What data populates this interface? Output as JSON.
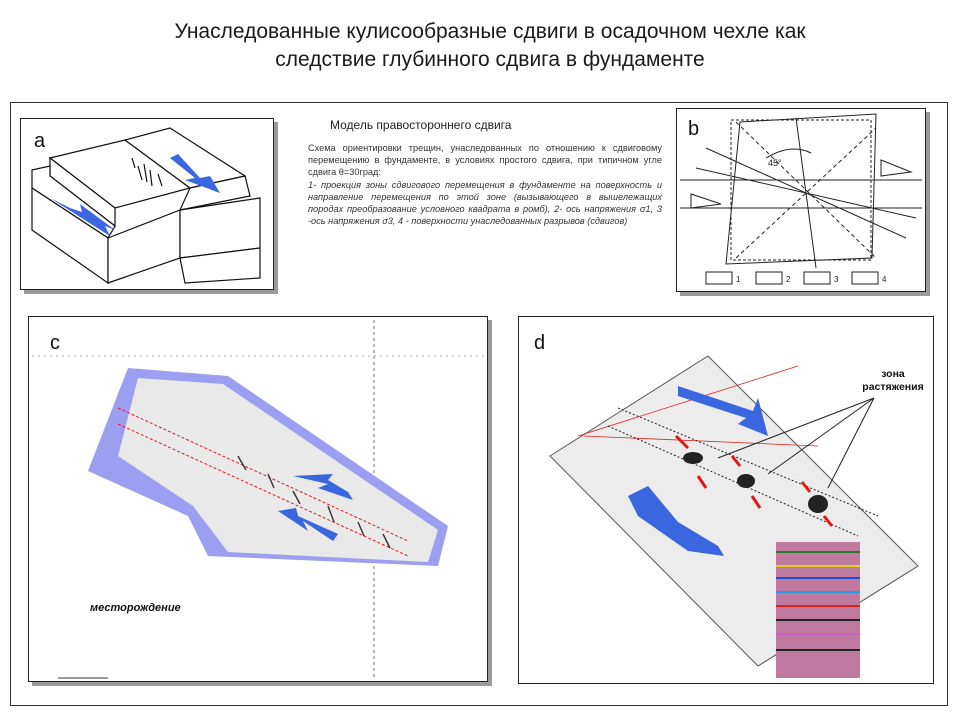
{
  "title": {
    "line1": "Унаследованные кулисообразные сдвиги в осадочном чехле как",
    "line2": "следствие глубинного сдвига в фундаменте"
  },
  "panels": {
    "a": {
      "label": "a"
    },
    "b": {
      "label": "b",
      "angle_label": "45°",
      "legend": [
        "1",
        "2",
        "3",
        "4"
      ]
    },
    "c": {
      "label": "c",
      "annotation": "месторождение"
    },
    "d": {
      "label": "d",
      "annotation_line1": "зона",
      "annotation_line2": "растяжения"
    }
  },
  "model": {
    "title": "Модель правостороннего сдвига",
    "description_plain": "Схема ориентировки трещин, унаследованных по отношению к сдвиговому перемещению в фундаменте, в условиях простого сдвига, при типичном угле сдвига θ=30град:",
    "description_italic": "1- проекция зоны сдвигового перемещения в фундаменте на поверхность и направление перемещения по этой зоне (вызывающего в вышележащих породах преобразование условного квадрата в ромб), 2- ось напряжения σ1, 3 -ось напряжения σ3, 4 - поверхности унаследованных разрывов (сдвигов)"
  },
  "colors": {
    "arrow_blue": "#3a66e0",
    "arrow_red": "#e01818",
    "survey_violet": "#9c9ef0",
    "frame": "#222222"
  }
}
